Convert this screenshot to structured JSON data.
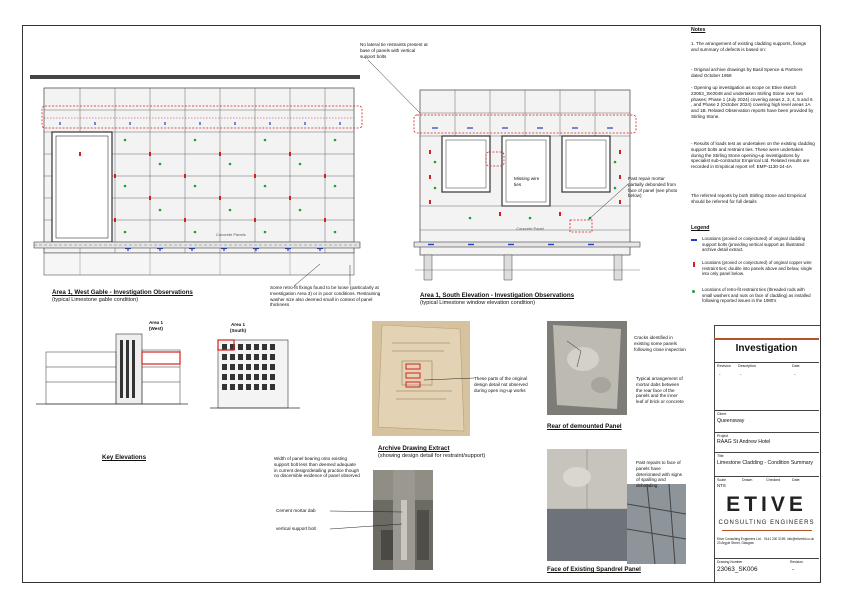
{
  "notes": {
    "heading": "Notes",
    "items": [
      "1. The arrangement of existing cladding supports, fixings and summary of defects is based on:",
      "- Original archive drawings by Basil Spence & Partners dated October 1959",
      "- Opening up investigation as scope on Etive sketch 23063_SK0048 and undertaken Stirling Stone over two phases: Phase 1 (July 2024) covering areas 2, 3, 4, 5 and 6 , and Phase 2 (October 2024) covering high level areas 1A and 1B. Related Observation reports have been provided by Stirling Stone.",
      "- Results of loads test as undertaken on the existing cladding support bolts and restraint ties. These were undertaken during the Stirling Stone opening-up investigations by specialist sub-contractor Empirical Ltd. Related results are recorded in Empirical report ref: EMP-1130-24-4A",
      "The referred reports by both Stirling Stone and Empirical should be referred for full details"
    ]
  },
  "legend": {
    "heading": "Legend",
    "items": [
      {
        "text": "Locations (proved or conjectured) of original cladding support bolts (providing vertical support as illustrated archive detail extract.",
        "color": "#1f3fbf",
        "icon": "blue-dash-icon"
      },
      {
        "text": "Locations (proved or conjectured) of original copper wire restraint ties; double into panels above and below, single into only panel below.",
        "color": "#d42020",
        "icon": "red-tick-icon"
      },
      {
        "text": "Locations of retro-fit restraint ties (threaded rods with small washers and nuts on face of cladding) as installed following reported issues in the 1980's",
        "color": "#18a33a",
        "icon": "green-dot-icon"
      }
    ]
  },
  "drawings": {
    "west_title": "Area 1, West Gable - Investigation Observations",
    "west_sub": "(typical Limestone gable condition)",
    "south_title": "Area 1, South Elevation - Investigation Observations",
    "south_sub": "(typical Limestone window elevation condition)",
    "concrete_panels": "Concrete Panels",
    "concrete_panel": "Concrete Panel",
    "no_lateral": "No lateral tie restraints present at base of panels with vertical support bolts",
    "retrofit_note": "Some retro-fit fixings found to be loose (particularly at Investigation Area 3) or in poor conditions. Restraining washer size also deemed small in context of panel thickness",
    "missing_wire": "Missing wire ties",
    "past_repair": "Past repair mortar partially debonded from face of panel (see photo below)"
  },
  "key": {
    "title": "Key Elevations",
    "area_west": "Area 1 (West)",
    "area_south": "Area 1 (South)"
  },
  "details": {
    "width_note": "Width of panel bearing onto existing support bolt less than deemed adequate in current design/detailing practice though no discernible evidence of panel observed",
    "cement_mortar": "Cement mortar dab",
    "vertical_bolt": "vertical support bolt",
    "archive_note": "These parts of the original design detail not observed during open ing-up works",
    "archive_title": "Archive Drawing Extract",
    "archive_sub": "(showing design detail for restraint/support)",
    "cracks_note": "Cracks identified in existing some panels following close inspection",
    "typical_note": "Typical arrangement of mortar dabs between the rear face of the panels and the inner leaf of brick or concrete",
    "rear_title": "Rear of demounted Panel",
    "past_repairs_note": "Past repairs to face of panels have deteriorated with signs of spalling and debonding",
    "face_title": "Face of Existing Spandrel Panel"
  },
  "titleblock": {
    "status": "Investigation",
    "rev_headers": [
      "Revision",
      "Description",
      "Date"
    ],
    "rev_values": [
      "-",
      "-",
      "-"
    ],
    "client_label": "Client",
    "client": "Queensway",
    "project_label": "Project",
    "project": "RAAG St Andrew Hotel",
    "title_label": "Title",
    "title": "Limestone Cladding - Condition Summary",
    "meta_labels": [
      "Scale",
      "Drawn",
      "Checked",
      "Date"
    ],
    "meta_values": [
      "NTS",
      "",
      "",
      ""
    ],
    "brand": "ETIVE",
    "brand_sub": "CONSULTING ENGINEERS",
    "address": "Etive Consulting Engineers Ltd, 23 Argyle Street, Glasgow",
    "contact": "0141 230 3199, info@etiveltd.co.uk",
    "drawing_label": "Drawing Number",
    "drawing": "23063_SK006",
    "revision_label": "Revision",
    "revision": "-"
  }
}
